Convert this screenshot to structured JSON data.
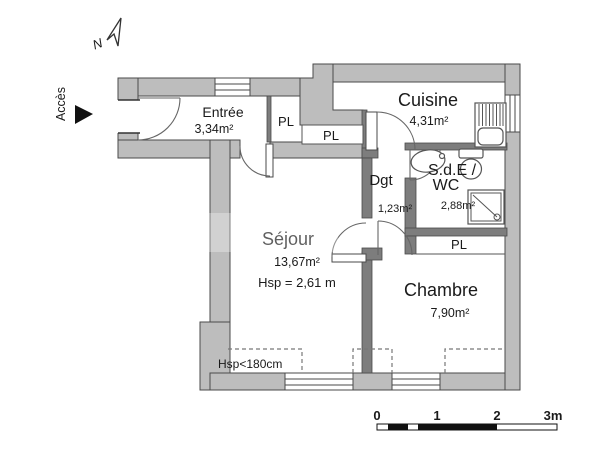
{
  "access_label": "Accès",
  "north_label": "N",
  "rooms": {
    "entree": {
      "name": "Entrée",
      "area": "3,34m²"
    },
    "cuisine": {
      "name": "Cuisine",
      "area": "4,31m²"
    },
    "sde": {
      "name_line1": "S.d.E /",
      "name_line2": "WC",
      "area": "2,88m²"
    },
    "dgt": {
      "name": "Dgt",
      "area": "1,23m²"
    },
    "sejour": {
      "name": "Séjour",
      "area": "13,67m²",
      "ceiling_height": "Hsp = 2,61 m"
    },
    "chambre": {
      "name": "Chambre",
      "area": "7,90m²"
    }
  },
  "closets": [
    "PL",
    "PL",
    "PL"
  ],
  "low_ceiling_note": "Hsp<180cm",
  "scale_bar": {
    "ticks": [
      "0",
      "1",
      "2",
      "3m"
    ]
  },
  "colors": {
    "wall_fill": "#bdbdbd",
    "partition_fill": "#7d7d7d",
    "outline": "#4a4a4a",
    "text": "#1a1a1a"
  }
}
